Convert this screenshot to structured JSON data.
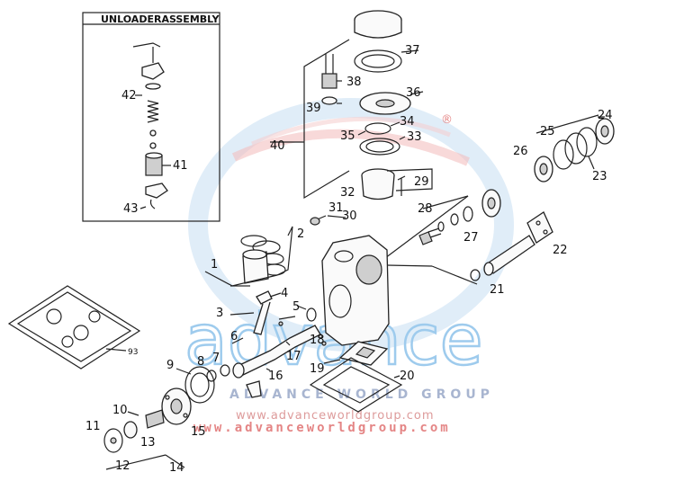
{
  "inset_box": {
    "title": "UNLOADERASSEMBLY"
  },
  "watermark": {
    "logo_text": "advance",
    "registered_mark": "®",
    "company": "ADVANCE WORLD GROUP",
    "url_1": "www.advanceworldgroup.com",
    "url_2": "www.advanceworldgroup.com",
    "colors": {
      "blue": "#8ec3ea",
      "red": "#e07070",
      "gray": "#9aa9c8"
    }
  },
  "part_labels": {
    "p1": "1",
    "p2": "2",
    "p3": "3",
    "p4": "4",
    "p5": "5",
    "p6": "6",
    "p7": "7",
    "p8": "8",
    "p9": "9",
    "p10": "10",
    "p11": "11",
    "p12": "12",
    "p13": "13",
    "p14": "14",
    "p15": "15",
    "p16": "16",
    "p17": "17",
    "p18": "18",
    "p19": "19",
    "p20": "20",
    "p21": "21",
    "p22": "22",
    "p23": "23",
    "p24": "24",
    "p25": "25",
    "p26": "26",
    "p27": "27",
    "p28": "28",
    "p29": "29",
    "p30": "30",
    "p31": "31",
    "p32": "32",
    "p33": "33",
    "p34": "34",
    "p35": "35",
    "p36": "36",
    "p37": "37",
    "p38": "38",
    "p39": "39",
    "p40": "40",
    "p41": "41",
    "p42": "42",
    "p43": "43",
    "p93": "93"
  }
}
